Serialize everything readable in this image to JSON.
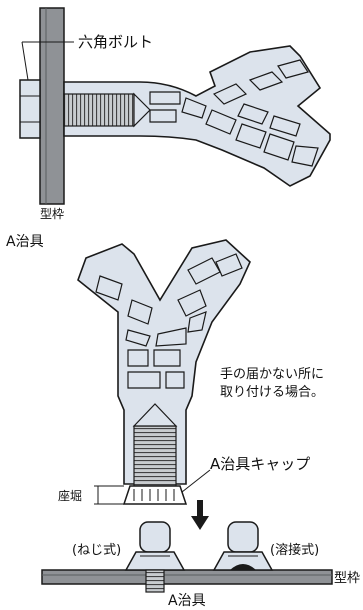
{
  "labels": {
    "hex_bolt": "六角ボルト",
    "formwork_top": "型枠",
    "jig_a_top": "A治具",
    "jig_a_cap": "A治具キャップ",
    "seat_depth": "座堀",
    "note_line1": "手の届かない所に",
    "note_line2": "取り付ける場合。",
    "screw_type": "(ねじ式)",
    "weld_type": "(溶接式)",
    "formwork_bottom": "型枠",
    "jig_a_bottom": "A治具"
  },
  "colors": {
    "jig_fill": "#dce3ec",
    "outline": "#1a1a1a",
    "plate_fill": "#8f9296",
    "thread_fill": "#c8cccf"
  }
}
